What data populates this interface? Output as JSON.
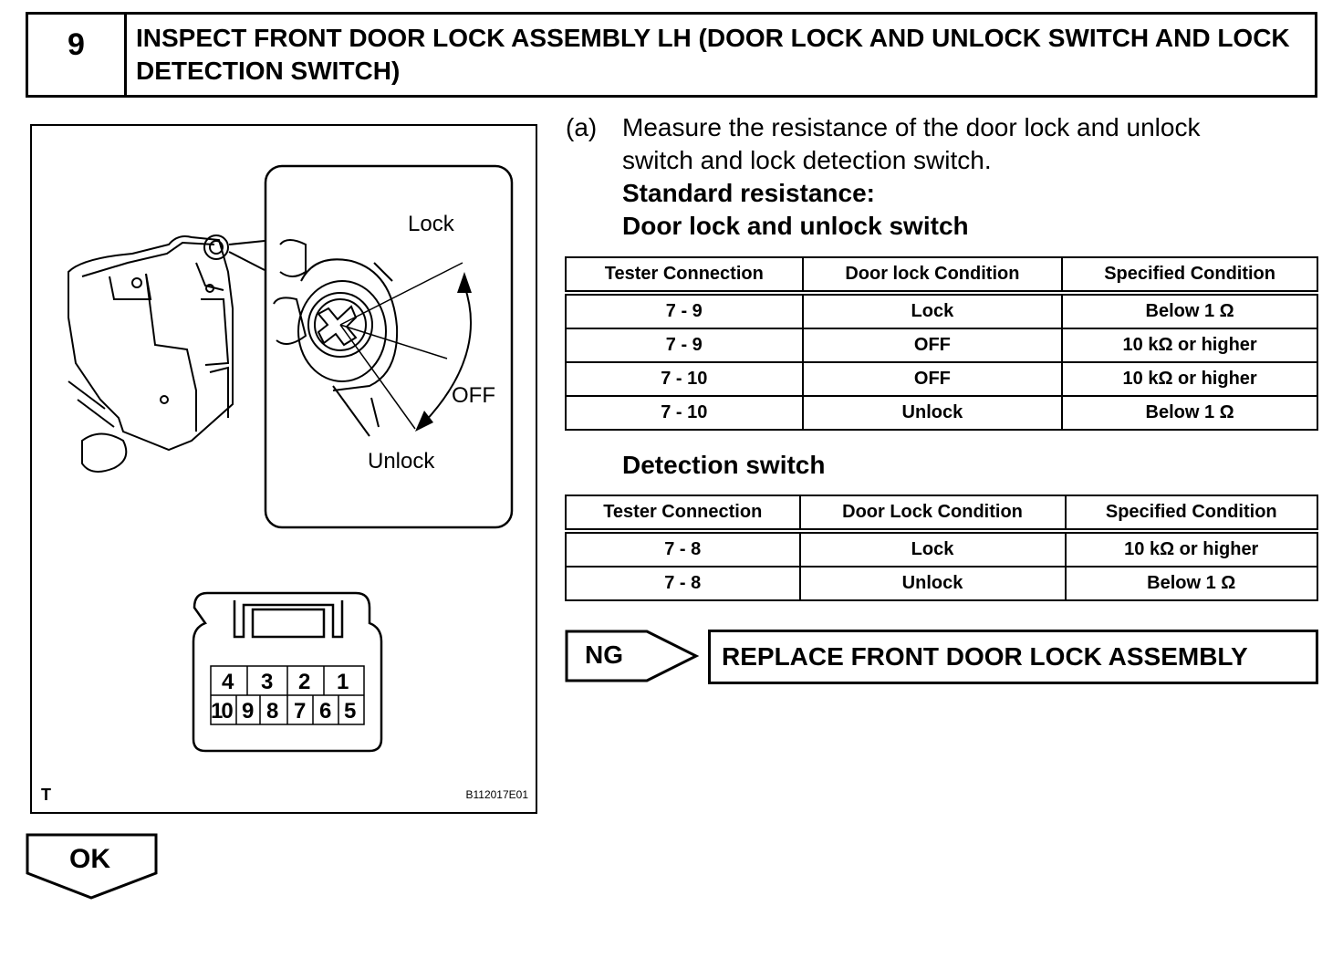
{
  "header": {
    "step_number": "9",
    "title": "INSPECT FRONT DOOR LOCK ASSEMBLY LH (DOOR LOCK AND UNLOCK SWITCH AND LOCK DETECTION SWITCH)"
  },
  "figure": {
    "labels": {
      "lock": "Lock",
      "off": "OFF",
      "unlock": "Unlock"
    },
    "connector_pins_top": [
      "4",
      "3",
      "2",
      "1"
    ],
    "connector_pins_bottom": [
      "10",
      "9",
      "8",
      "7",
      "6",
      "5"
    ],
    "mark": "T",
    "code": "B112017E01"
  },
  "instruction": {
    "label": "(a)",
    "text": "Measure the resistance of the door lock and unlock switch and lock detection switch.",
    "standard": "Standard resistance:",
    "subtitle1": "Door lock and unlock switch"
  },
  "table1": {
    "headers": [
      "Tester Connection",
      "Door lock Condition",
      "Specified Condition"
    ],
    "rows": [
      [
        "7 - 9",
        "Lock",
        "Below 1 Ω"
      ],
      [
        "7 - 9",
        "OFF",
        "10 kΩ or higher"
      ],
      [
        "7 - 10",
        "OFF",
        "10 kΩ or higher"
      ],
      [
        "7 - 10",
        "Unlock",
        "Below 1 Ω"
      ]
    ]
  },
  "subtitle2": "Detection switch",
  "table2": {
    "headers": [
      "Tester Connection",
      "Door Lock Condition",
      "Specified Condition"
    ],
    "rows": [
      [
        "7 - 8",
        "Lock",
        "10 kΩ or higher"
      ],
      [
        "7 - 8",
        "Unlock",
        "Below 1 Ω"
      ]
    ]
  },
  "ng": {
    "label": "NG",
    "action": "REPLACE FRONT DOOR LOCK ASSEMBLY"
  },
  "ok": {
    "label": "OK"
  }
}
